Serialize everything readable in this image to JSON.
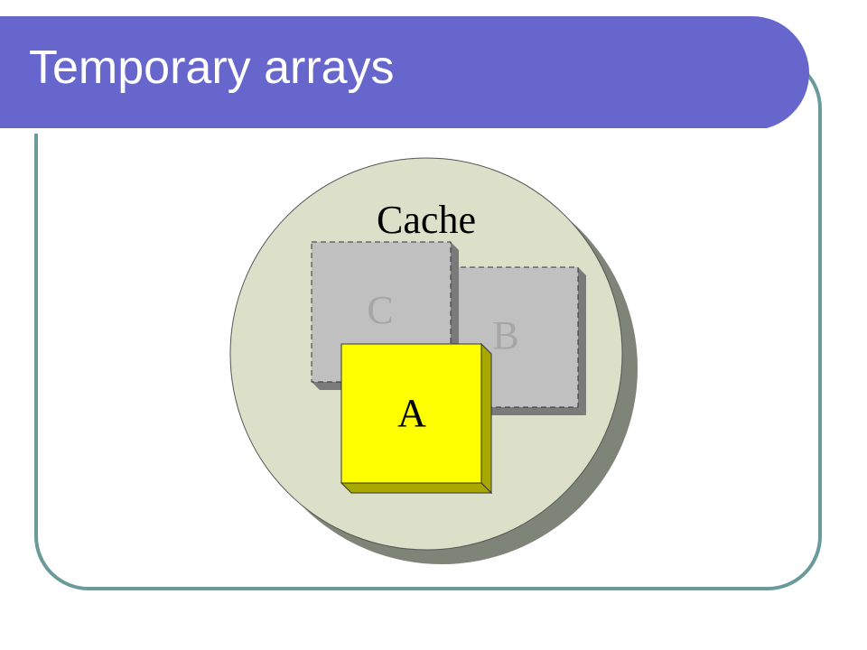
{
  "slide": {
    "title": "Temporary arrays"
  },
  "diagram": {
    "container_label": "Cache",
    "blocks": [
      {
        "label": "C",
        "state": "inactive"
      },
      {
        "label": "B",
        "state": "inactive"
      },
      {
        "label": "A",
        "state": "active"
      }
    ],
    "colors": {
      "title_bar": "#6666cc",
      "frame_border": "#6a9a9a",
      "cache_fill": "#dde0c9",
      "cache_shadow": "#7e8477",
      "inactive_block": "#c0c0c0",
      "inactive_text": "#a6a6a6",
      "active_block": "#ffff00",
      "active_side": "#a8a800"
    }
  }
}
